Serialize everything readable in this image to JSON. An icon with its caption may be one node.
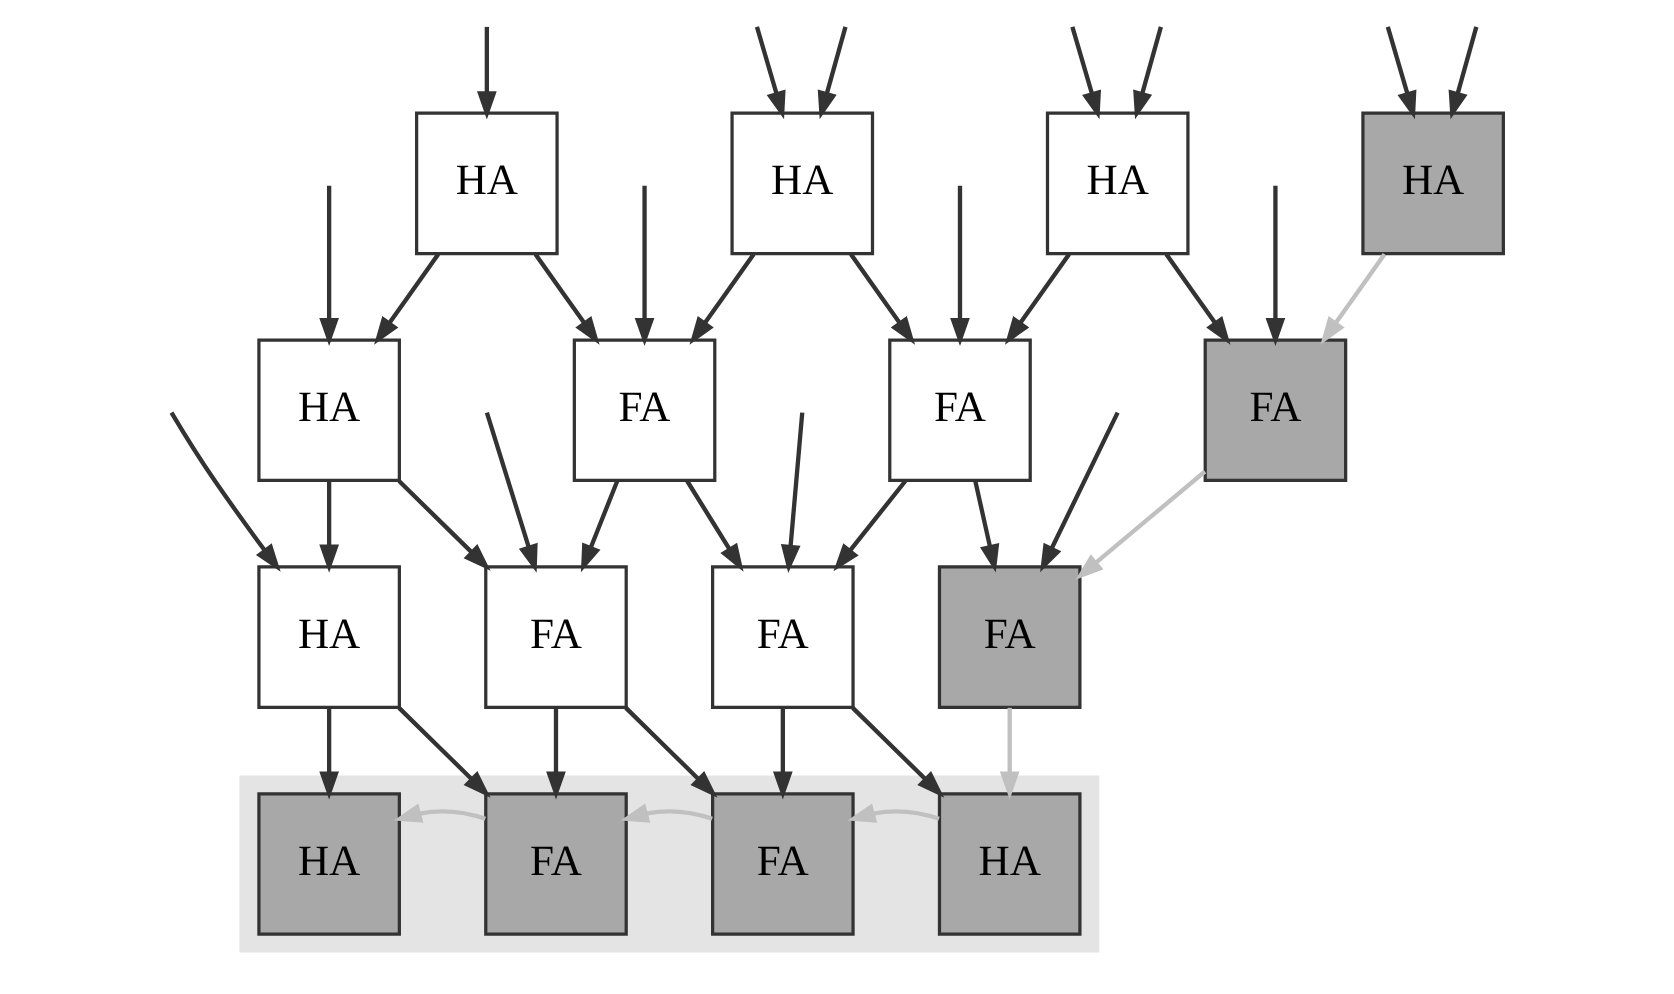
{
  "diagram": {
    "nodes": [
      {
        "text": [
          "HA"
        ]
      },
      {
        "text": [
          "HA"
        ]
      },
      {
        "text": [
          "HA"
        ]
      },
      {
        "text": [
          "HA"
        ]
      },
      {
        "text": [
          "HA"
        ]
      },
      {
        "text": [
          "FA"
        ]
      },
      {
        "text": [
          "FA"
        ]
      },
      {
        "text": [
          "FA"
        ]
      },
      {
        "text": [
          "HA"
        ]
      },
      {
        "text": [
          "FA"
        ]
      },
      {
        "text": [
          "FA"
        ]
      },
      {
        "text": [
          "FA"
        ]
      },
      {
        "text": [],
        "shape": "band"
      },
      {
        "text": [
          "HA"
        ],
        "in": 12
      },
      {
        "text": [
          "FA"
        ],
        "in": 12
      },
      {
        "text": [
          "FA"
        ],
        "in": 12
      },
      {
        "text": [
          "HA"
        ],
        "in": 12
      }
    ],
    "edges": [
      {
        "from": null,
        "to": 0,
        "arrow": "to"
      },
      {
        "from": null,
        "to": 1,
        "arrow": "to"
      },
      {
        "from": null,
        "to": 1,
        "arrow": "to"
      },
      {
        "from": null,
        "to": 2,
        "arrow": "to"
      },
      {
        "from": null,
        "to": 2,
        "arrow": "to"
      },
      {
        "from": null,
        "to": 3,
        "arrow": "to"
      },
      {
        "from": null,
        "to": 3,
        "arrow": "to"
      },
      {
        "from": null,
        "to": 4,
        "arrow": "to"
      },
      {
        "from": null,
        "to": 5,
        "arrow": "to"
      },
      {
        "from": null,
        "to": 6,
        "arrow": "to"
      },
      {
        "from": null,
        "to": 7,
        "arrow": "to"
      },
      {
        "from": null,
        "to": 8,
        "arrow": "to"
      },
      {
        "from": null,
        "to": 9,
        "arrow": "to"
      },
      {
        "from": null,
        "to": 10,
        "arrow": "to"
      },
      {
        "from": null,
        "to": 11,
        "arrow": "to"
      },
      {
        "from": 0,
        "to": 5,
        "arrow": "to"
      },
      {
        "from": 1,
        "to": 6,
        "arrow": "to"
      },
      {
        "from": 2,
        "to": 7,
        "arrow": "to"
      },
      {
        "from": 4,
        "to": 9,
        "arrow": "to"
      },
      {
        "from": 5,
        "to": 10,
        "arrow": "to"
      },
      {
        "from": 6,
        "to": 11,
        "arrow": "to"
      },
      {
        "from": 8,
        "to": 14,
        "arrow": "to"
      },
      {
        "from": 9,
        "to": 15,
        "arrow": "to"
      },
      {
        "from": 10,
        "to": 16,
        "arrow": "to"
      },
      {
        "from": 0,
        "to": 4,
        "arrow": "to"
      },
      {
        "from": 1,
        "to": 5,
        "arrow": "to"
      },
      {
        "from": 2,
        "to": 6,
        "arrow": "to"
      },
      {
        "from": 4,
        "to": 8,
        "arrow": "to"
      },
      {
        "from": 5,
        "to": 9,
        "arrow": "to"
      },
      {
        "from": 6,
        "to": 10,
        "arrow": "to"
      },
      {
        "from": 8,
        "to": 13,
        "arrow": "to"
      },
      {
        "from": 9,
        "to": 14,
        "arrow": "to"
      },
      {
        "from": 10,
        "to": 15,
        "arrow": "to"
      },
      {
        "from": 3,
        "to": 7,
        "arrow": "to",
        "color": "#c0c0c0"
      },
      {
        "from": 7,
        "to": 11,
        "arrow": "to",
        "color": "#c0c0c0"
      },
      {
        "from": 11,
        "to": 16,
        "arrow": "to",
        "color": "#c0c0c0"
      },
      {
        "from": 16,
        "to": 15,
        "arrow": "to",
        "color": "#c0c0c0"
      },
      {
        "from": 15,
        "to": 14,
        "arrow": "to",
        "color": "#c0c0c0"
      },
      {
        "from": 14,
        "to": 13,
        "arrow": "to",
        "color": "#c0c0c0"
      }
    ]
  }
}
